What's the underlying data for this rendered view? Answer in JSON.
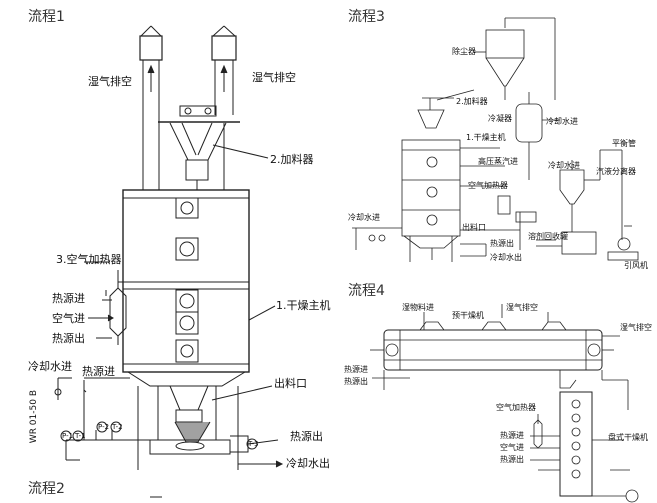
{
  "flow1": {
    "title": "流程1",
    "exhaust_left": "湿气排空",
    "exhaust_right": "湿气排空",
    "feeder": "2.加料器",
    "air_heater": "3.空气加热器",
    "heat_in": "热源进",
    "air_in": "空气进",
    "heat_out": "热源出",
    "main_dryer": "1.干燥主机",
    "cooling_water_in": "冷却水进",
    "heat_in_2": "热源进",
    "model": "WR 01-50 B",
    "discharge": "出料口",
    "heat_out_2": "热源出",
    "cooling_water_out": "冷却水出",
    "gauges": [
      "P-1",
      "T-1",
      "P-2",
      "T-2",
      "T-3"
    ]
  },
  "flow2": {
    "title": "流程2"
  },
  "flow3": {
    "title": "流程3",
    "dust_collector": "除尘器",
    "feeder": "2.加料器",
    "condenser": "冷凝器",
    "cooling_water_in": "冷却水进",
    "main_dryer": "1.干燥主机",
    "hp_steam_in": "高压蒸汽进",
    "balance_pipe": "平衡管",
    "cooling_water_in_2": "冷却水进",
    "gas_liquid_separator": "汽液分离器",
    "air_heater": "空气加热器",
    "cooling_water_in_3": "冷却水进",
    "discharge": "出料口",
    "heat_out": "热源出",
    "solvent_tank": "溶剂回收罐",
    "cooling_water_out": "冷却水出",
    "fan": "引风机"
  },
  "flow4": {
    "title": "流程4",
    "wet_feed_in": "湿物料进",
    "pre_dryer": "预干燥机",
    "exhaust": "湿气排空",
    "exhaust_2": "湿气排空",
    "heat_in": "热源进",
    "heat_out": "热源出",
    "air_heater": "空气加热器",
    "heat_in_2": "热源进",
    "air_in": "空气进",
    "heat_out_2": "热源出",
    "disc_dryer": "盘式干燥机"
  }
}
